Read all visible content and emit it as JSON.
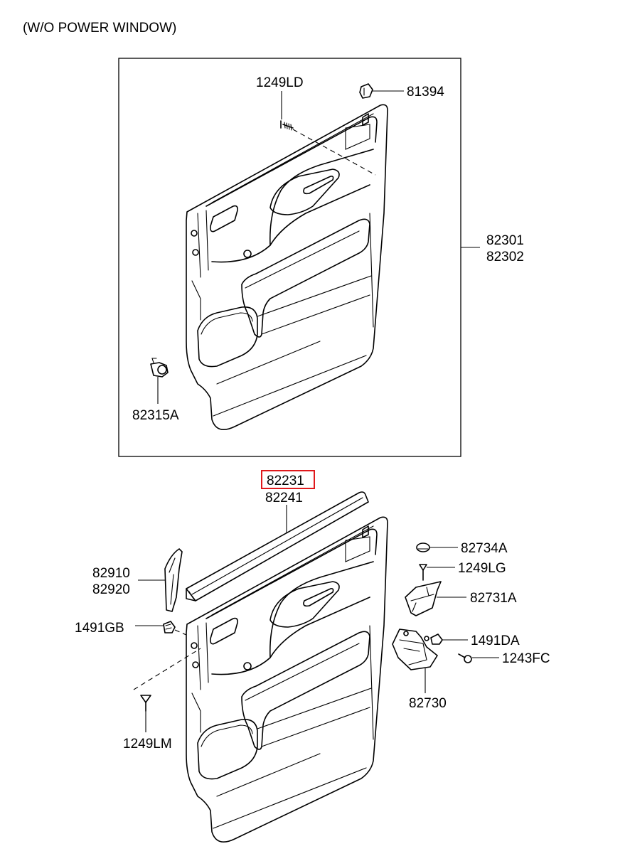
{
  "header": {
    "title": "(W/O POWER WINDOW)"
  },
  "upper_panel": {
    "labels": {
      "screw_top": "1249LD",
      "clip_top": "81394",
      "panel_1": "82301",
      "panel_2": "82302",
      "fastener": "82315A"
    }
  },
  "lower_panel": {
    "labels": {
      "weatherstrip_1": "82231",
      "weatherstrip_2": "82241",
      "garnish_1": "82910",
      "garnish_2": "82920",
      "clip_left": "1491GB",
      "screw_left": "1249LM",
      "cap": "82734A",
      "screw_pocket": "1249LG",
      "pocket": "82731A",
      "clip_right": "1491DA",
      "bolt": "1243FC",
      "bracket": "82730"
    },
    "highlighted_part": "82231",
    "highlight_color": "#e0191c"
  }
}
